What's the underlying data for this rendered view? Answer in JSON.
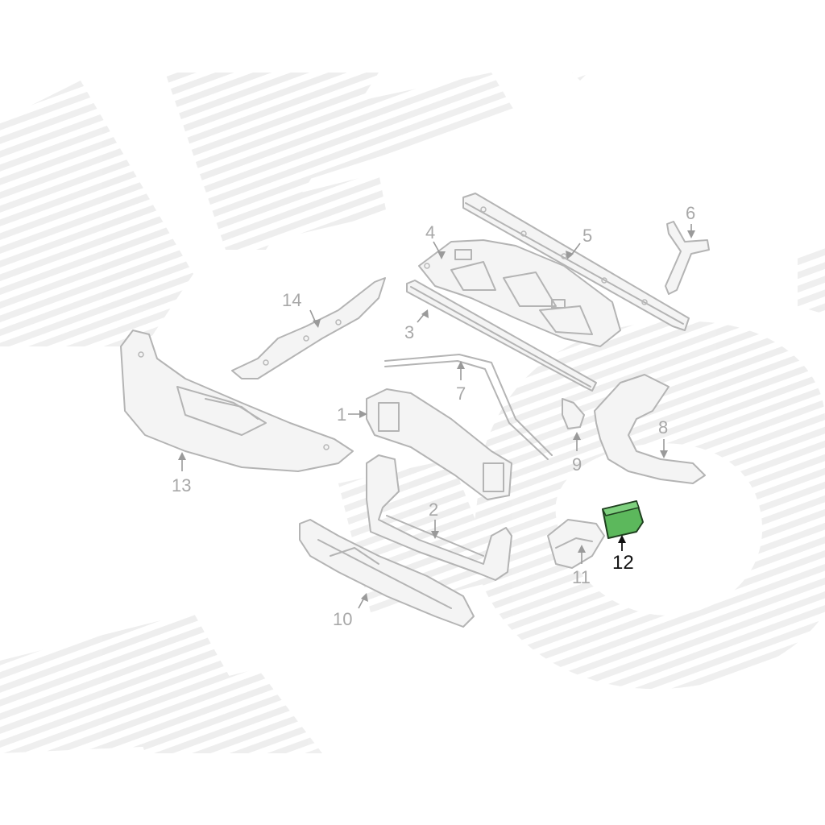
{
  "colors": {
    "background": "#ffffff",
    "line_art": "#b4b4b4",
    "callout_text": "#a8a8a8",
    "highlight_fill": "#5cb85c",
    "highlight_text": "#111111",
    "watermark": "#ececec"
  },
  "callouts": {
    "c1": "1",
    "c2": "2",
    "c3": "3",
    "c4": "4",
    "c5": "5",
    "c6": "6",
    "c7": "7",
    "c8": "8",
    "c9": "9",
    "c10": "10",
    "c11": "11",
    "c12": "12",
    "c13": "13",
    "c14": "14"
  },
  "highlighted_part": "12"
}
